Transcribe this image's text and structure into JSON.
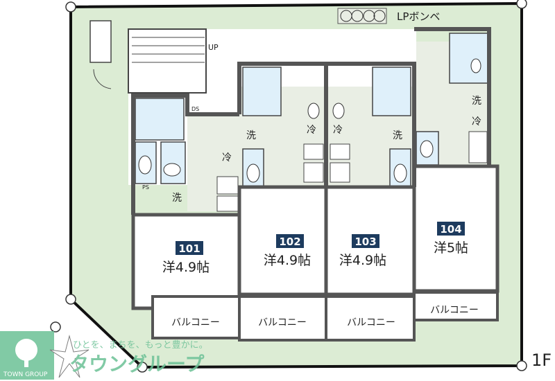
{
  "floor_label": "1F",
  "lp_gas_label": "LPボンベ",
  "stair_label": "UP",
  "colors": {
    "site": "#dcecd4",
    "wall": "#555555",
    "floor": "#ffffff",
    "wet": "#e9eee4",
    "bath": "#dff0fa",
    "badge": "#1d3b5e",
    "watermark": "#5fbf8c"
  },
  "units": [
    {
      "number": "101",
      "room": "洋4.9帖",
      "balcony": "バルコニー"
    },
    {
      "number": "102",
      "room": "洋4.9帖",
      "balcony": "バルコニー"
    },
    {
      "number": "103",
      "room": "洋4.9帖",
      "balcony": "バルコニー"
    },
    {
      "number": "104",
      "room": "洋5帖",
      "balcony": "バルコニー"
    }
  ],
  "fixtures": {
    "washer": "洗",
    "fridge": "冷",
    "ds": "DS",
    "ps": "PS"
  },
  "watermark": {
    "slogan": "ひとを、まちを、もっと豊かに。",
    "brand": "タウングループ",
    "logo_text": "TOWN GROUP"
  }
}
